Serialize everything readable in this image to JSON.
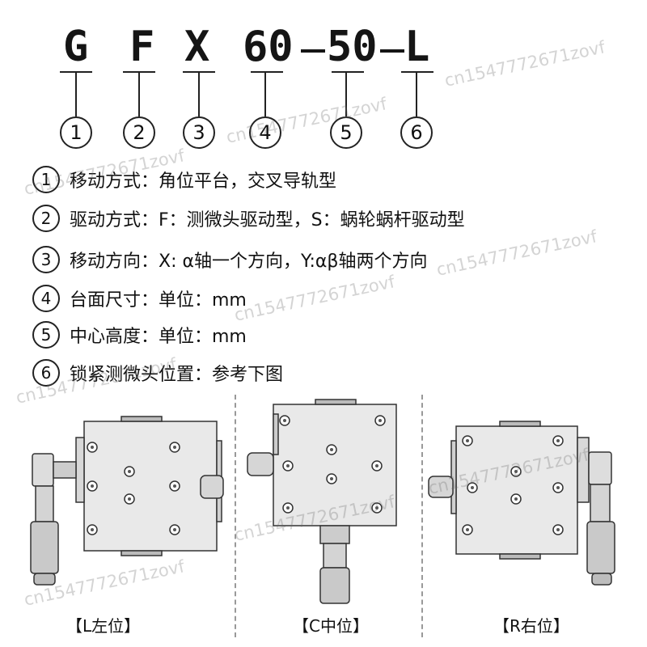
{
  "code": {
    "letters": [
      "G",
      "F",
      "X",
      "60",
      "50",
      "L"
    ]
  },
  "markers": [
    "1",
    "2",
    "3",
    "4",
    "5",
    "6"
  ],
  "definitions": [
    {
      "num": "1",
      "text": "移动方式：角位平台，交叉导轨型"
    },
    {
      "num": "2",
      "text": "驱动方式：F：测微头驱动型，S：蜗轮蜗杆驱动型"
    },
    {
      "num": "3",
      "text": "移动方向：X: α轴一个方向，Y:αβ轴两个方向"
    },
    {
      "num": "4",
      "text": "台面尺寸：单位：mm"
    },
    {
      "num": "5",
      "text": "中心高度：单位：mm"
    },
    {
      "num": "6",
      "text": "锁紧测微头位置：参考下图"
    }
  ],
  "captions": {
    "left": "【L左位】",
    "center": "【C中位】",
    "right": "【R右位】"
  },
  "watermark": "cn1547772671zovf"
}
